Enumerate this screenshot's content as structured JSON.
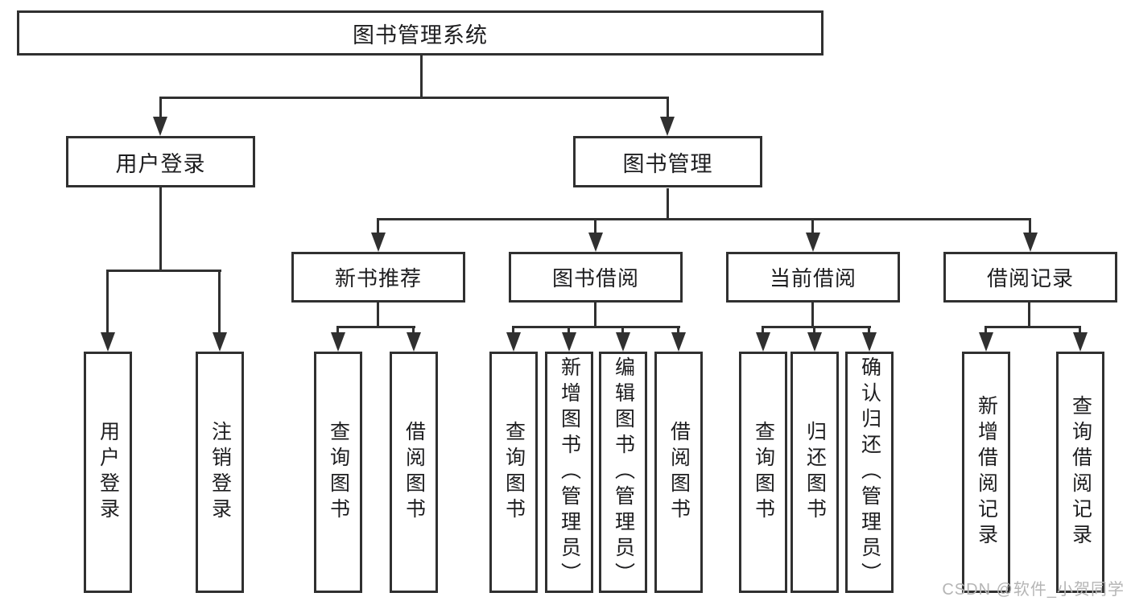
{
  "colors": {
    "line": "#303030",
    "text": "#1d1d1f",
    "background": "#ffffff",
    "watermark": "#b5b5b5"
  },
  "root": {
    "label": "图书管理系统"
  },
  "level1": {
    "user_login": {
      "label": "用户登录"
    },
    "book_mgmt": {
      "label": "图书管理"
    }
  },
  "level2": {
    "new_book": {
      "label": "新书推荐"
    },
    "book_borrow": {
      "label": "图书借阅"
    },
    "current_borrow": {
      "label": "当前借阅"
    },
    "borrow_record": {
      "label": "借阅记录"
    }
  },
  "leaves": {
    "user_login": {
      "label": "用户登录"
    },
    "logout": {
      "label": "注销登录"
    },
    "newbook_query": {
      "label": "查询图书"
    },
    "newbook_borrow": {
      "label": "借阅图书"
    },
    "borrow_query": {
      "label": "查询图书"
    },
    "borrow_add": {
      "label": "新增图书（管理员）"
    },
    "borrow_edit": {
      "label": "编辑图书（管理员）"
    },
    "borrow_lend": {
      "label": "借阅图书"
    },
    "current_query": {
      "label": "查询图书"
    },
    "current_return": {
      "label": "归还图书"
    },
    "current_confirm": {
      "label": "确认归还（管理员）"
    },
    "record_add": {
      "label": "新增借阅记录"
    },
    "record_query": {
      "label": "查询借阅记录"
    }
  },
  "watermark": {
    "label": "CSDN @软件_小贺同学"
  }
}
